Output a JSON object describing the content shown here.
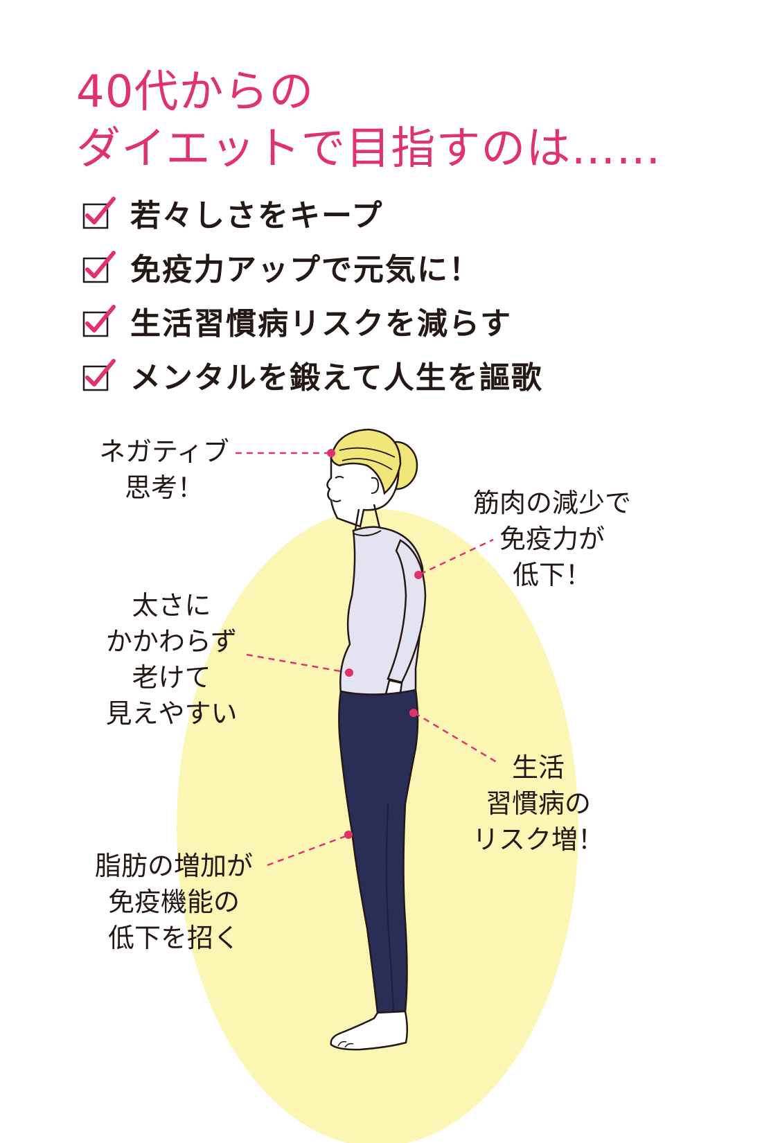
{
  "title": {
    "line1": "40代からの",
    "line2": "ダイエットで目指すのは……"
  },
  "checklist": [
    {
      "label": "若々しさをキープ"
    },
    {
      "label": "免疫力アップで元気に！"
    },
    {
      "label": "生活習慣病リスクを減らす"
    },
    {
      "label": "メンタルを鍛えて人生を謳歌"
    }
  ],
  "callouts": {
    "negative": [
      "ネガティブ",
      "思考！"
    ],
    "muscle": [
      "筋肉の減少で",
      "免疫力が",
      "低下！"
    ],
    "aging": [
      "太さに",
      "かかわらず",
      "老けて",
      "見えやすい"
    ],
    "lifestyle": [
      "生活",
      "習慣病の",
      "リスク増！"
    ],
    "fat": [
      "脂肪の増加が",
      "免疫機能の",
      "低下を招く"
    ]
  },
  "colors": {
    "accent": "#e0336b",
    "text": "#231815",
    "halo": "#fbf6b4",
    "shirt": "#e4e3f1",
    "pants": "#2a2d55",
    "hair": "#f1e67a"
  },
  "icons": [
    "check-box-icon"
  ]
}
